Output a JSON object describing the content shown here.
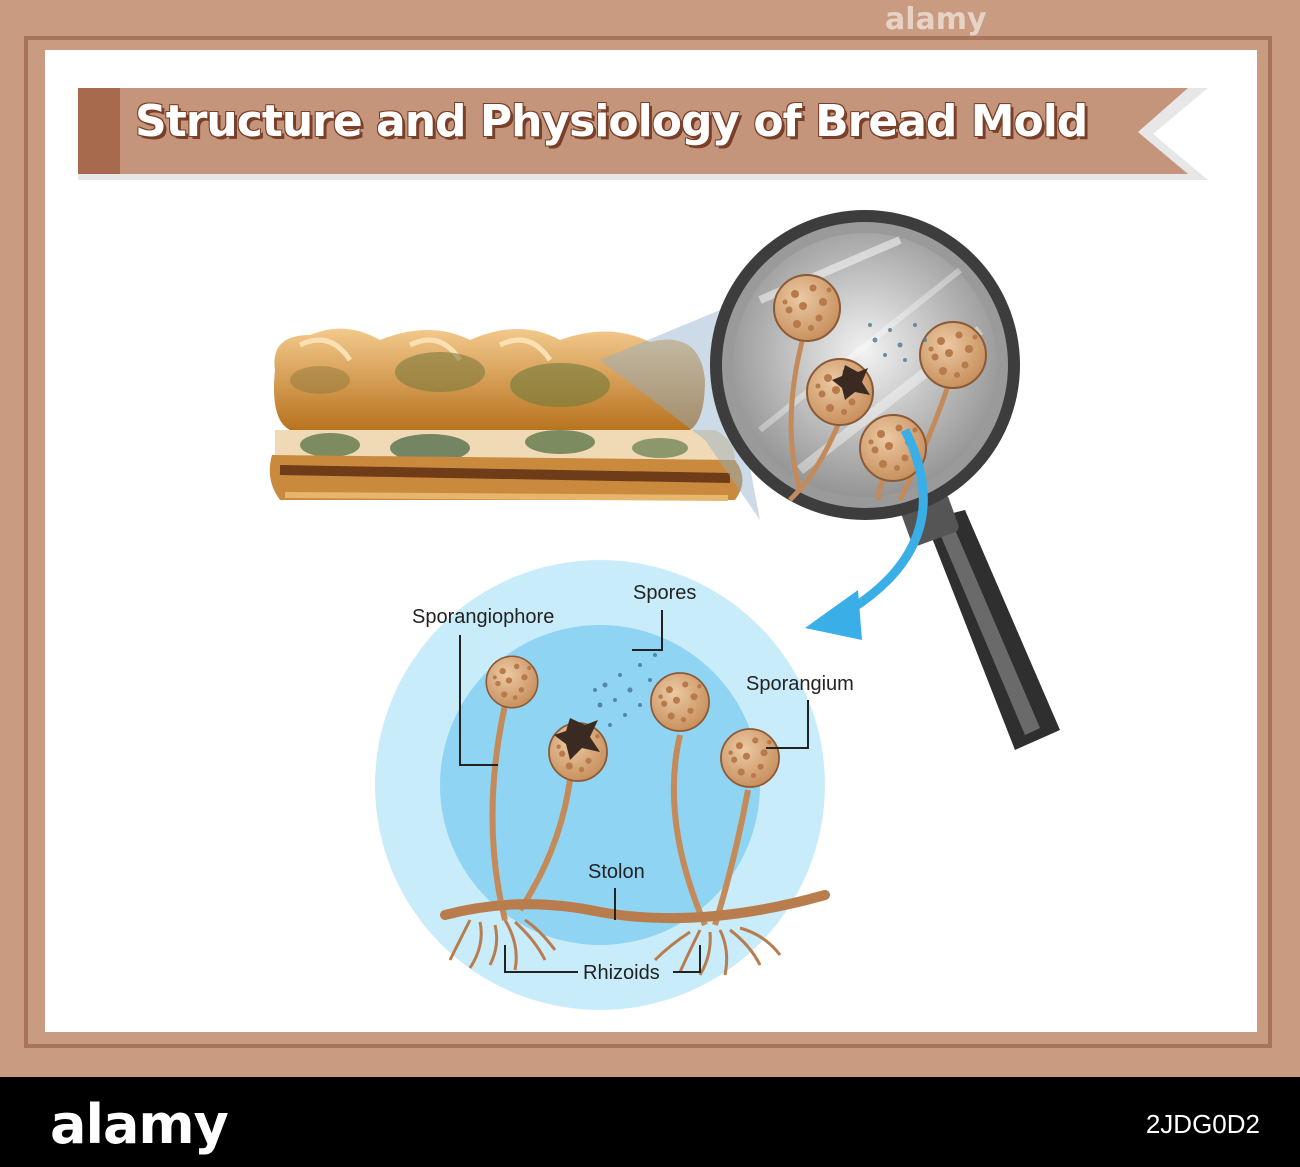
{
  "title": "Structure and Physiology of Bread Mold",
  "labels": {
    "sporangiophore": "Sporangiophore",
    "spores": "Spores",
    "sporangium": "Sporangium",
    "stolon": "Stolon",
    "rhizoids": "Rhizoids"
  },
  "watermark": "alamy",
  "footer": {
    "logo": "alamy",
    "image_id": "2JDG0D2"
  },
  "colors": {
    "frame": "#c99b80",
    "banner": "#c4957b",
    "banner_tab": "#a86a4d",
    "circle_outer": "#c9ecfb",
    "circle_inner": "#8fd4f2",
    "spore_body": "#d9ad82",
    "arrow": "#3aaee6"
  }
}
